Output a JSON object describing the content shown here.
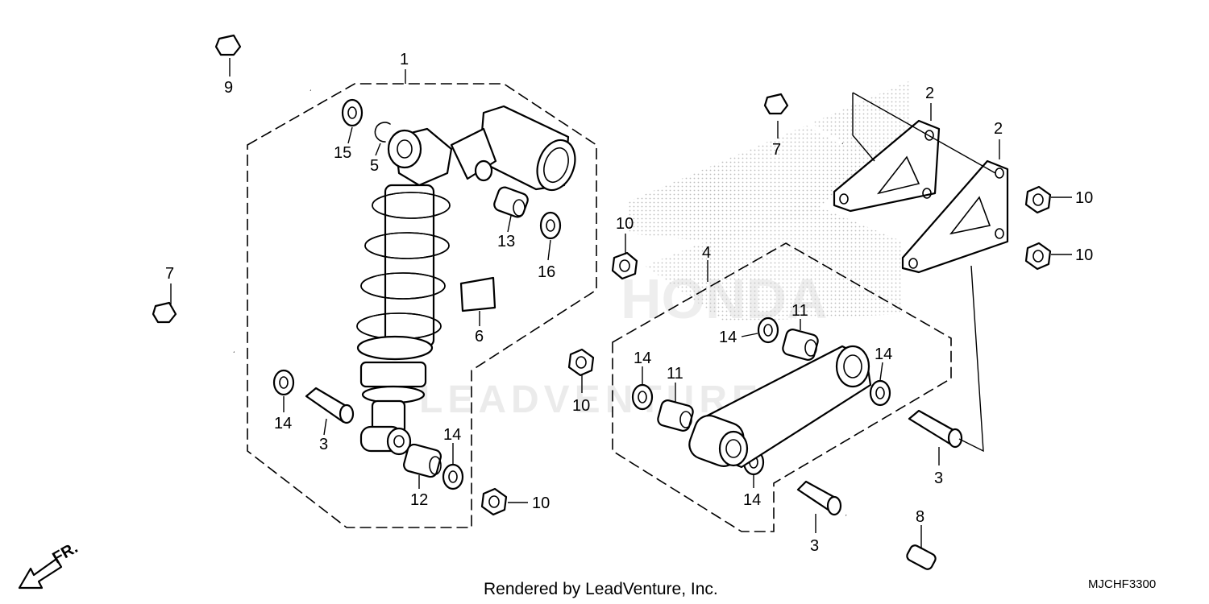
{
  "diagram": {
    "watermark_brand": "HONDA",
    "watermark_vendor": "LEADVENTURE",
    "credit": "Rendered by LeadVenture, Inc.",
    "diagram_code": "MJCHF3300",
    "direction_label": "FR.",
    "callouts": {
      "c1": "1",
      "c2a": "2",
      "c2b": "2",
      "c3a": "3",
      "c3b": "3",
      "c3c": "3",
      "c4": "4",
      "c5": "5",
      "c6": "6",
      "c7a": "7",
      "c7b": "7",
      "c8": "8",
      "c9": "9",
      "c10a": "10",
      "c10b": "10",
      "c10c": "10",
      "c10d": "10",
      "c10e": "10",
      "c11a": "11",
      "c11b": "11",
      "c12": "12",
      "c13": "13",
      "c14a": "14",
      "c14b": "14",
      "c14c": "14",
      "c14d": "14",
      "c14e": "14",
      "c14f": "14",
      "c15": "15",
      "c16": "16"
    }
  }
}
